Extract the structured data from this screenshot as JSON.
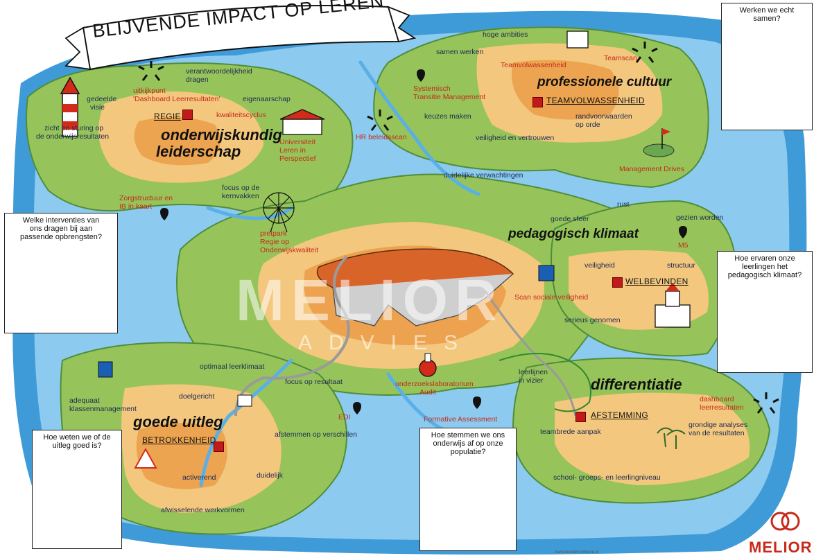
{
  "title": "BLIJVENDE IMPACT OP LEREN",
  "watermark": {
    "main": "MELIOR",
    "sub": "ADVIES"
  },
  "credit": "www.beeldenverkend.nl",
  "logo": "MELIOR",
  "regions": {
    "leiderschap": {
      "line1": "onderwijskundig",
      "line2": "leiderschap",
      "section": "REGIE"
    },
    "cultuur": {
      "name": "professionele cultuur",
      "section": "TEAMVOLWASSENHEID"
    },
    "klimaat": {
      "name": "pedagogisch klimaat",
      "section": "WELBEVINDEN"
    },
    "differentiatie": {
      "name": "differentiatie",
      "section": "AFSTEMMING"
    },
    "uitleg": {
      "name": "goede uitleg",
      "section": "BETROKKENHEID"
    }
  },
  "labels": {
    "gedeelde_visie_1": "gedeelde",
    "gedeelde_visie_2": "visie",
    "uitkijkpunt_1": "uitkijkpunt",
    "uitkijkpunt_2": "'Dashboard Leerresultaten'",
    "verantwoordelijkheid_1": "verantwoordelijkheid",
    "verantwoordelijkheid_2": "dragen",
    "eigenaarschap": "eigenaarschap",
    "kwaliteitscyclus": "kwaliteitscyclus",
    "zicht_1": "zicht en sturing op",
    "zicht_2": "de onderwijsresultaten",
    "universiteit_1": "Universiteit",
    "universiteit_2": "Leren in",
    "universiteit_3": "Perspectief",
    "zorgstructuur_1": "Zorgstructuur en",
    "zorgstructuur_2": "IB in kaart",
    "focus_kern_1": "focus op de",
    "focus_kern_2": "kernvakken",
    "pretpark_1": "pretpark",
    "pretpark_2": "Regie op",
    "pretpark_3": "Onderwijskwaliteit",
    "systemisch_1": "Systemisch",
    "systemisch_2": "Transitie Management",
    "hr_beleidsscan": "HR beleidsscan",
    "keuzes_maken": "keuzes maken",
    "hoge_ambities": "hoge ambities",
    "samen_werken": "samen werken",
    "teamvolwassenheid_red": "Teamvolwassenheid",
    "teamscan": "Teamscan",
    "randvoorwaarden_1": "randvoorwaarden",
    "randvoorwaarden_2": "op orde",
    "veiligheid_vertrouwen": "veiligheid en vertrouwen",
    "duidelijke_verwachtingen": "duidelijke verwachtingen",
    "management_drives": "Management Drives",
    "rust": "rust",
    "goede_sfeer": "goede sfeer",
    "gezien_worden": "gezien worden",
    "m5": "M5",
    "veiligheid": "veiligheid",
    "structuur": "structuur",
    "scan_sociale": "Scan sociale veiligheid",
    "serieus_genomen": "serieus genomen",
    "optimaal_leerklimaat": "optimaal leerklimaat",
    "focus_resultaat": "focus op resultaat",
    "onderzoekslab_1": "onderzoekslaboratorium",
    "onderzoekslab_2": "Audit",
    "leerlijnen_1": "leerlijnen",
    "leerlijnen_2": "in vizier",
    "adequaat_1": "adequaat",
    "adequaat_2": "klassenmanagement",
    "doelgericht": "doelgericht",
    "edi": "EDI",
    "formative_assessment": "Formative Assessment",
    "dashboard_1": "dashboard",
    "dashboard_2": "leerresultaten",
    "grondige_1": "grondige analyses",
    "grondige_2": "van de resultaten",
    "teambrede_aanpak": "teambrede aanpak",
    "afstemmen_verschillen": "afstemmen op verschillen",
    "activerend": "activerend",
    "duidelijk": "duidelijk",
    "afwisselende": "afwisselende werkvormen",
    "school_groeps": "school- groeps- en leerlingniveau"
  },
  "questions": {
    "samen": [
      "Werken we echt",
      "samen?"
    ],
    "interventies": [
      "Welke interventies van",
      "ons dragen bij aan",
      "passende opbrengsten?"
    ],
    "leerlingen": [
      "Hoe ervaren onze",
      "leerlingen het",
      "pedagogisch klimaat?"
    ],
    "uitleg": [
      "Hoe weten we of de",
      "uitleg goed is?"
    ],
    "stemmen": [
      "Hoe stemmen we ons",
      "onderwijs af op onze",
      "populatie?"
    ]
  },
  "colors": {
    "sea": "#3f9bd8",
    "sea_light": "#8ccaef",
    "land": "#96c45a",
    "land_dark": "#4f8d3a",
    "sand": "#f3c77e",
    "orange": "#ea9b45",
    "red_text": "#c62a1a",
    "navy_text": "#1f2a52",
    "cliff": "#d8642a",
    "river": "#5ab0e6"
  }
}
